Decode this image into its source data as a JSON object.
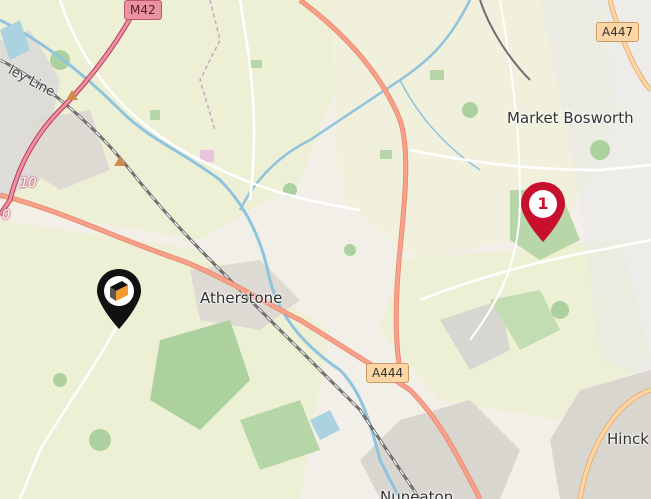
{
  "places": {
    "market_bosworth": "Market Bosworth",
    "atherstone": "Atherstone",
    "hinckley": "Hinck",
    "nuneaton": "Nuneaton"
  },
  "roads": {
    "a447": "A447",
    "a444": "A444",
    "m42": "M42",
    "junction_10a": "10",
    "junction_10b": "0"
  },
  "rail": {
    "line_label": "ley Line"
  },
  "markers": {
    "result_number": "1",
    "result_color": "#c8102e",
    "location_color": "#111111"
  },
  "colors": {
    "land": "#f2efe9",
    "farmland": "#eef0d5",
    "woodland": "#add19e",
    "water": "#aad3df",
    "trunk_road": "#f7a08a",
    "primary_road": "#fcd6a4",
    "motorway": "#e892a2",
    "railway": "#707070"
  }
}
